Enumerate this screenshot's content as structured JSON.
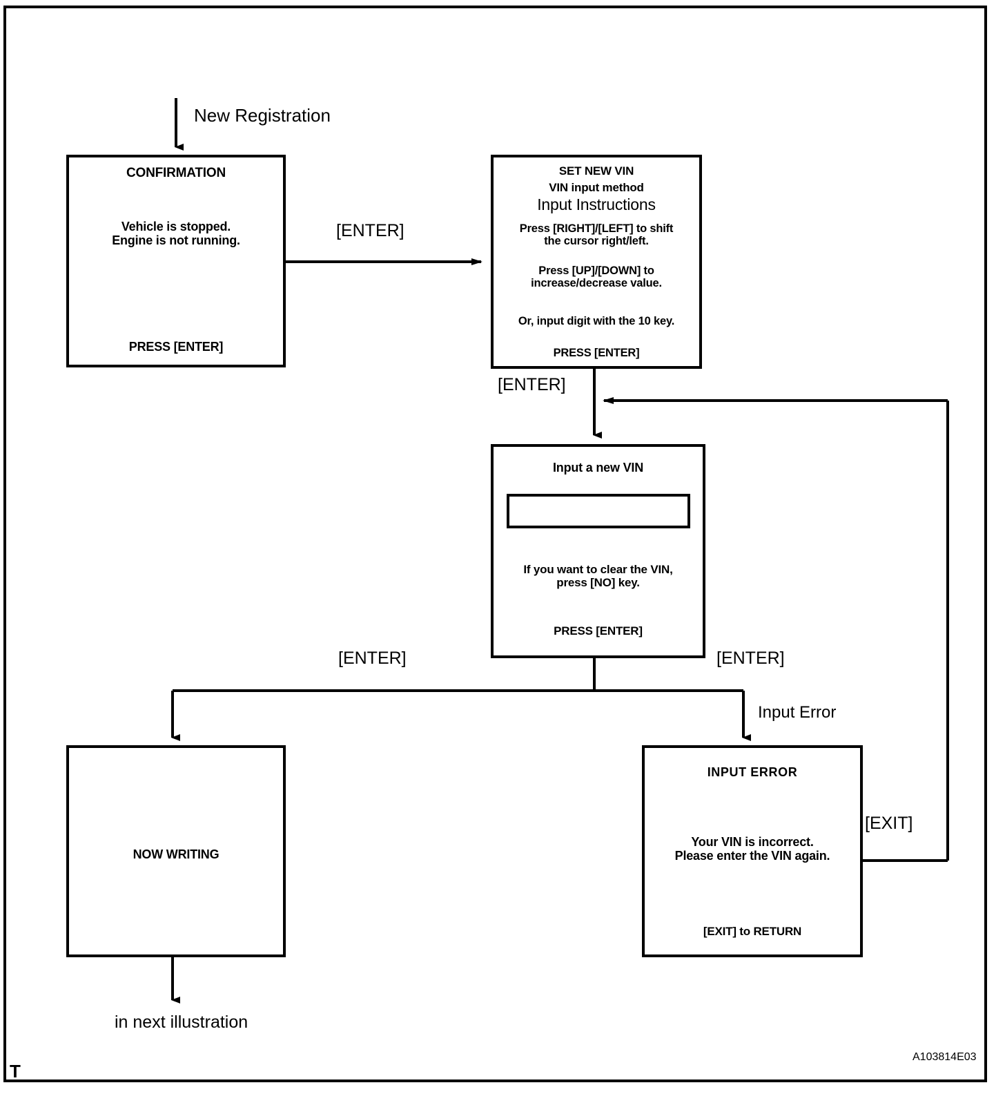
{
  "diagram": {
    "illustration_code": "A103814E03",
    "corner_mark": "T",
    "entry_label": "New Registration",
    "exit_label": "in next illustration"
  },
  "boxes": {
    "confirmation": {
      "title": "CONFIRMATION",
      "body_line1": "Vehicle is stopped.",
      "body_line2": "Engine is not running.",
      "footer": "PRESS [ENTER]"
    },
    "set_new_vin": {
      "title": "SET NEW VIN",
      "subtitle": "VIN input method",
      "heading": "Input Instructions",
      "instr1_line1": "Press [RIGHT]/[LEFT] to shift",
      "instr1_line2": "the cursor right/left.",
      "instr2_line1": "Press [UP]/[DOWN]  to",
      "instr2_line2": "increase/decrease value.",
      "instr3": "Or, input digit with the 10 key.",
      "footer": "PRESS [ENTER]"
    },
    "input_new_vin": {
      "title": "Input a new VIN",
      "field_value": "",
      "hint_line1": "If you want to clear the VIN,",
      "hint_line2": "press [NO] key.",
      "footer": "PRESS [ENTER]"
    },
    "now_writing": {
      "title": "NOW WRITING"
    },
    "input_error": {
      "title": "INPUT  ERROR",
      "body_line1": "Your VIN is incorrect.",
      "body_line2": "Please enter the VIN again.",
      "footer": "[EXIT] to RETURN"
    }
  },
  "transitions": {
    "confirm_to_setvin": "[ENTER]",
    "setvin_to_inputvin": "[ENTER]",
    "inputvin_to_writing": "[ENTER]",
    "inputvin_to_error": "[ENTER]",
    "error_branch": "Input Error",
    "error_return": "[EXIT]"
  },
  "colors": {
    "ink": "#000000",
    "paper": "#ffffff"
  }
}
